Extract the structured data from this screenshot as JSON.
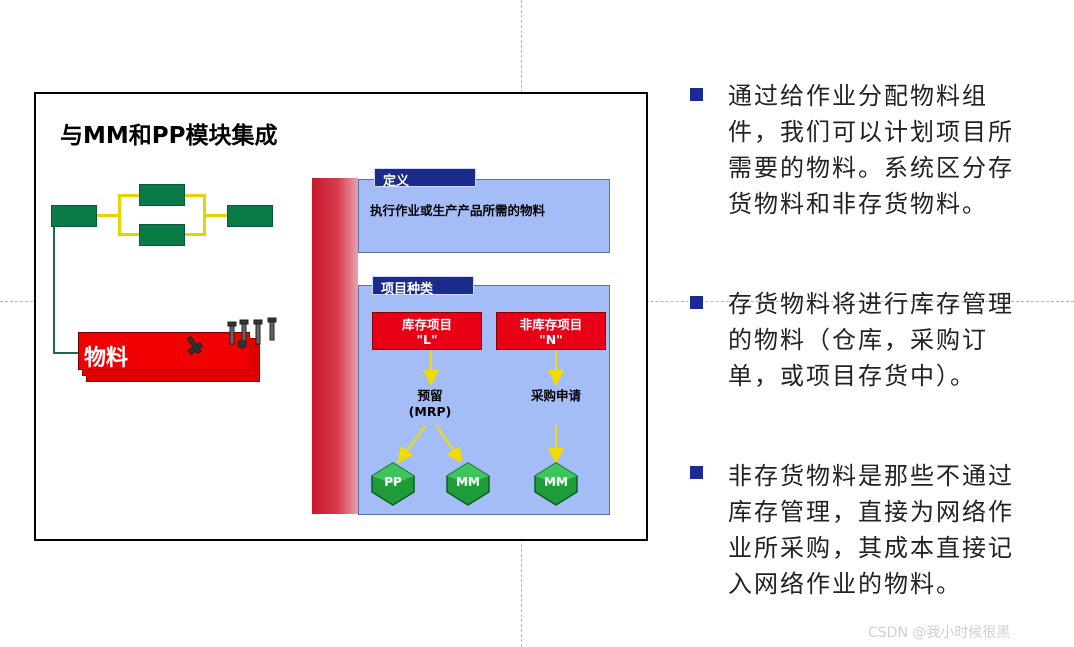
{
  "slide": {
    "title": "与MM和PP模块集成",
    "material_label": "物料",
    "definition": {
      "tag": "定义",
      "text": "执行作业或生产产品所需的物料"
    },
    "item_category": {
      "tag": "项目种类",
      "stock": {
        "line1": "库存项目",
        "line2": "\"L\""
      },
      "nonstock": {
        "line1": "非库存项目",
        "line2": "\"N\""
      },
      "reservation": {
        "line1": "预留",
        "line2": "(MRP)"
      },
      "purchase_req": "采购申请",
      "gems": [
        "PP",
        "MM",
        "MM"
      ]
    }
  },
  "bullets": [
    "通过给作业分配物料组件，我们可以计划项目所需要的物料。系统区分存货物料和非存货物料。",
    "存货物料将进行库存管理的物料（仓库，采购订单，或项目存货中）。",
    "非存货物料是那些不通过库存管理，直接为网络作业所采购，其成本直接记入网络作业的物料。"
  ],
  "watermark": "CSDN @我小时候很黑",
  "colors": {
    "bullet": "#1b2a8e",
    "panel": "#a4bdf7",
    "tag": "#1a2b8a",
    "red": "#e80016",
    "green_box": "#0a7a46",
    "yellow_line": "#e6d400"
  }
}
